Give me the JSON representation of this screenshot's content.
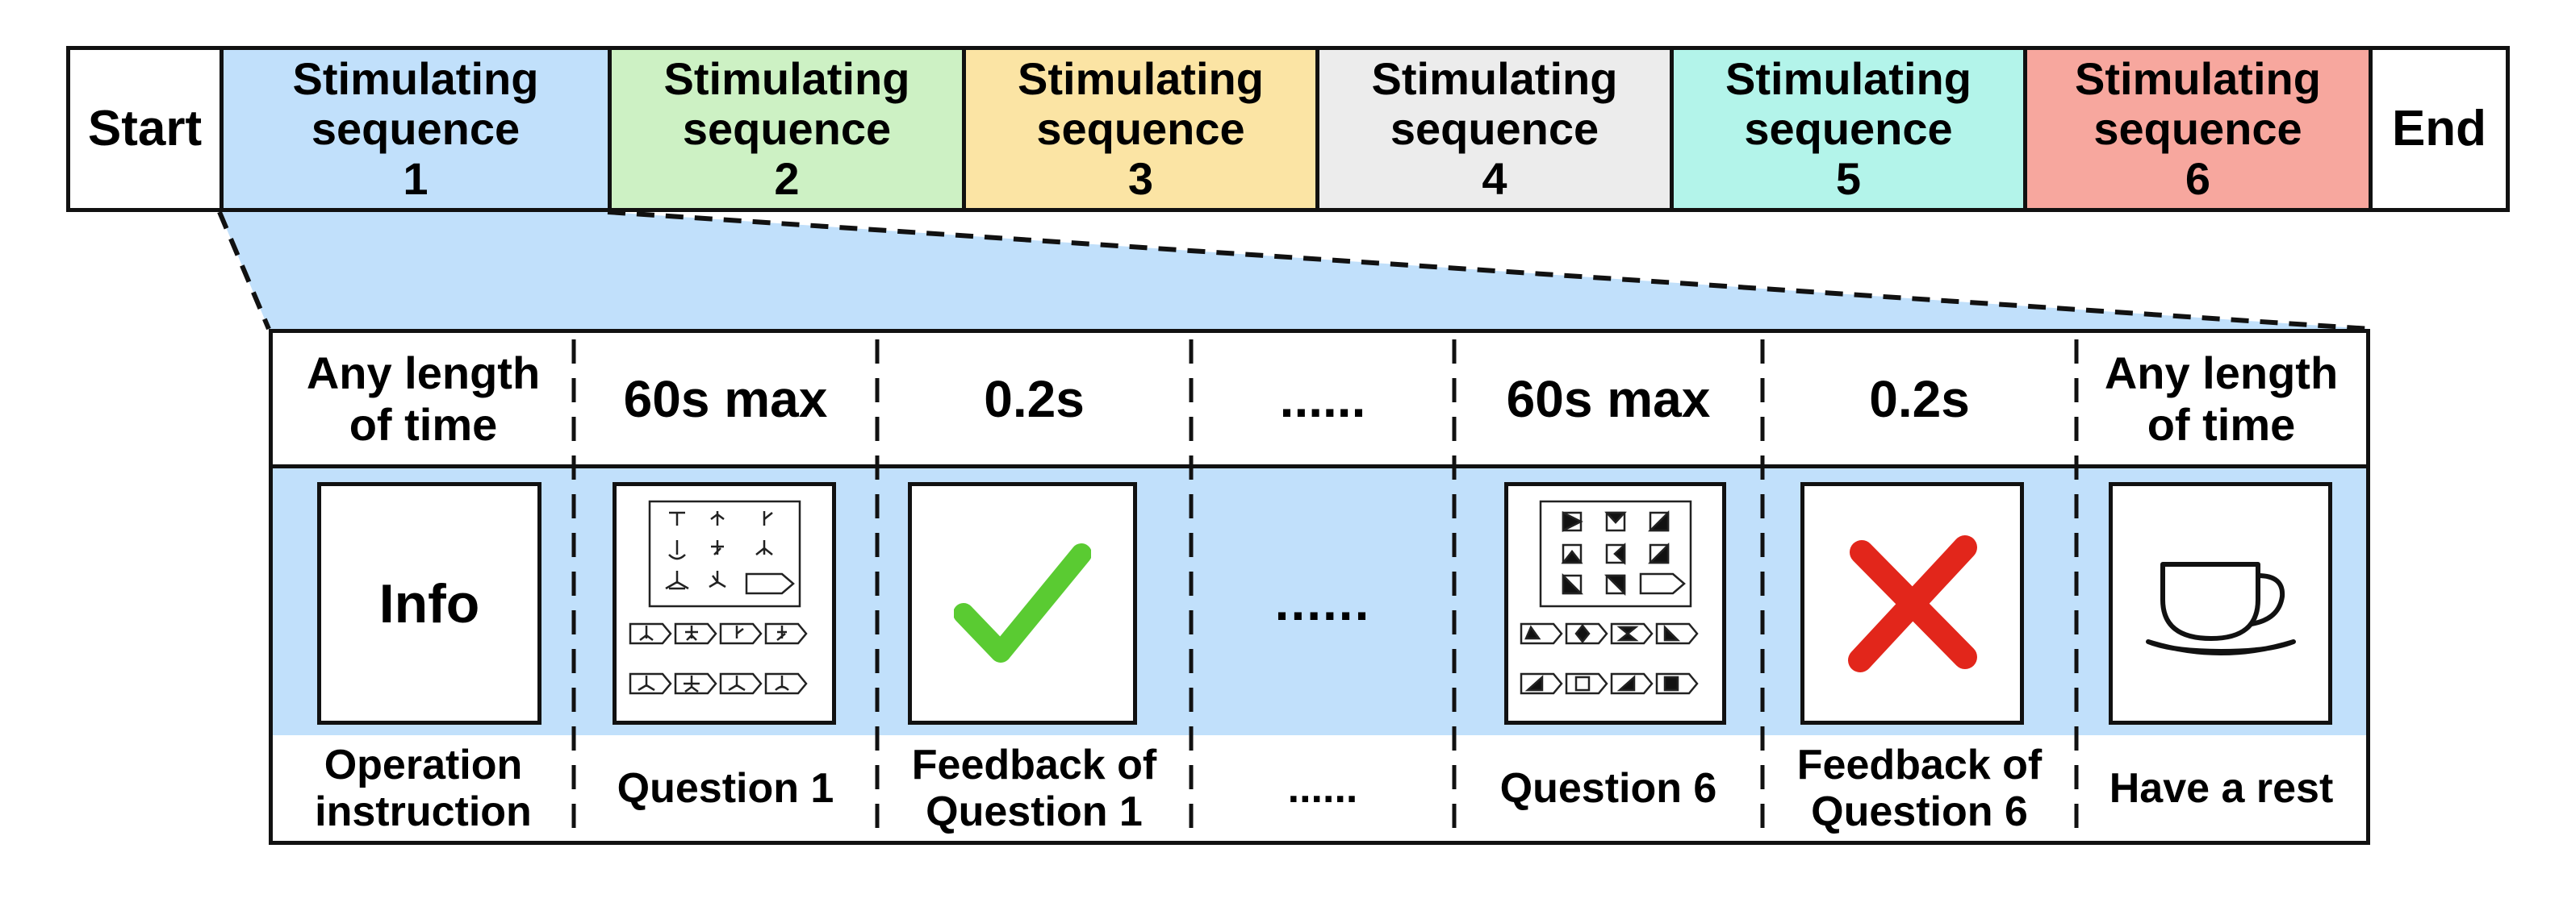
{
  "sequence_bar": {
    "start_label": "Start",
    "end_label": "End",
    "sequences": [
      {
        "line1": "Stimulating",
        "line2": "sequence",
        "number": "1",
        "color": "#c1e0fb"
      },
      {
        "line1": "Stimulating",
        "line2": "sequence",
        "number": "2",
        "color": "#cdf1c4"
      },
      {
        "line1": "Stimulating",
        "line2": "sequence",
        "number": "3",
        "color": "#fbe4a4"
      },
      {
        "line1": "Stimulating",
        "line2": "sequence",
        "number": "4",
        "color": "#ececec"
      },
      {
        "line1": "Stimulating",
        "line2": "sequence",
        "number": "5",
        "color": "#b3f4ea"
      },
      {
        "line1": "Stimulating",
        "line2": "sequence",
        "number": "6",
        "color": "#f7a79e"
      }
    ]
  },
  "detail": {
    "durations": [
      {
        "line1": "Any length",
        "line2": "of time"
      },
      {
        "line1": "60s max"
      },
      {
        "line1": "0.2s"
      },
      {
        "line1": "......"
      },
      {
        "line1": "60s max"
      },
      {
        "line1": "0.2s"
      },
      {
        "line1": "Any length",
        "line2": "of time"
      }
    ],
    "screens": {
      "info_text": "Info",
      "ellipsis": "......",
      "icons": [
        "puzzle-grid-icon",
        "green-checkmark-icon",
        "puzzle-grid-icon",
        "red-cross-icon",
        "coffee-cup-icon"
      ]
    },
    "labels": [
      {
        "line1": "Operation",
        "line2": "instruction"
      },
      {
        "line1": "Question 1"
      },
      {
        "line1": "Feedback of",
        "line2": "Question 1"
      },
      {
        "line1": "......"
      },
      {
        "line1": "Question 6"
      },
      {
        "line1": "Feedback of",
        "line2": "Question 6"
      },
      {
        "line1": "Have a rest"
      }
    ],
    "colors": {
      "row_highlight": "#c1e0fb",
      "check_green": "#5acb32",
      "cross_red": "#e2261b"
    }
  }
}
